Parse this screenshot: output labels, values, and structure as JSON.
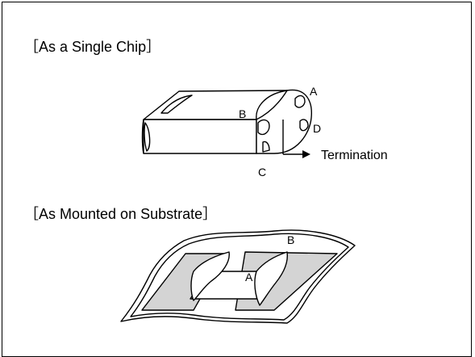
{
  "headings": {
    "single_chip": "［As a Single Chip］",
    "mounted": "［As Mounted on Substrate］"
  },
  "single_chip": {
    "point_labels": {
      "a": "A",
      "b": "B",
      "c": "C",
      "d": "D"
    },
    "termination_label": "Termination"
  },
  "mounted": {
    "point_labels": {
      "a": "A",
      "b": "B"
    }
  },
  "colors": {
    "stroke": "#000000",
    "pad_fill": "#d4d4d4",
    "background": "#ffffff"
  }
}
